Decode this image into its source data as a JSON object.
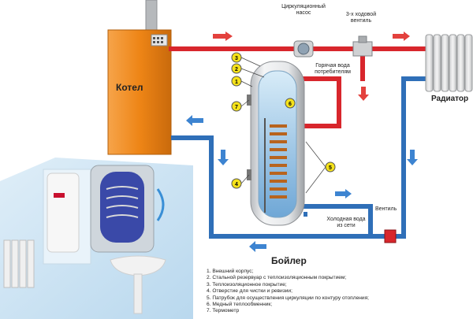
{
  "labels": {
    "boiler_heater": "Котел",
    "circ_pump": "Циркуляционный насос",
    "three_way_valve": "3-х ходовой вентиль",
    "hot_water": "Горячая вода потребителям",
    "radiator": "Радиатор",
    "cold_water": "Холодная вода из сети",
    "valve": "Вентиль",
    "tank": "Бойлер"
  },
  "callouts": [
    "1",
    "2",
    "3",
    "4",
    "5",
    "6",
    "7"
  ],
  "legend": [
    "1.    Внешний корпус;",
    "2.    Стальной резервуар с теплоизоляционным покрытием;",
    "3.    Теплоизоляционное покрытие;",
    "4.    Отверстие для чистки и ревизии;",
    "5.    Патрубок для осуществления циркуляции по контуру отопления;",
    "6.    Медный теплообменник;",
    "7.    Термометр"
  ],
  "colors": {
    "hot_pipe": "#d8262c",
    "cold_pipe": "#2f6fb8",
    "boiler_body": "#f08a1c",
    "callout_fill": "#f5e21a",
    "coil": "#b8641e"
  }
}
